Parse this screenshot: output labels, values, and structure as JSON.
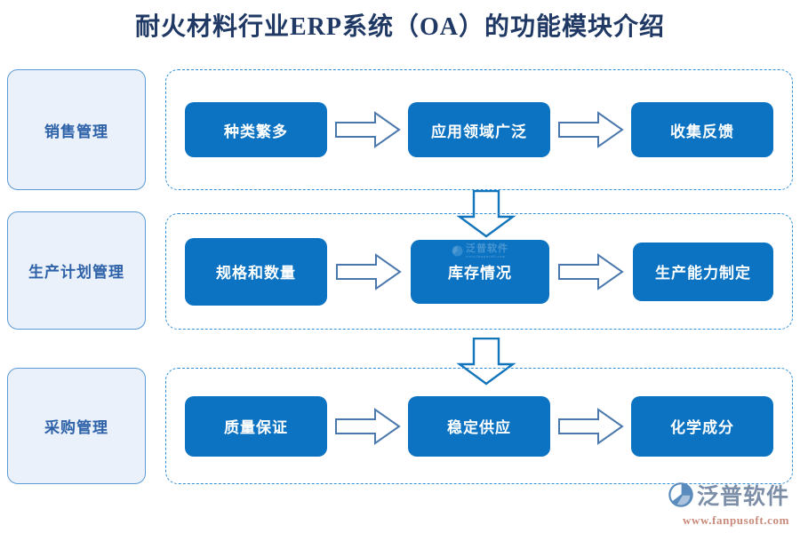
{
  "page": {
    "title": "耐火材料行业ERP系统（OA）的功能模块介绍",
    "title_color": "#1f3864",
    "background": "#ffffff"
  },
  "colors": {
    "node_blue": "#0c73c2",
    "node_text": "#ffffff",
    "side_card_fill": "#eaf1fb",
    "side_card_border": "#5b9bd5",
    "side_card_text": "#2e62a8",
    "dashed_border": "#2f8fd6",
    "arrow_h_stroke": "#4a78ad",
    "arrow_v_stroke": "#1275bb",
    "arrow_fill": "#ffffff"
  },
  "rows": [
    {
      "side_label": "销售管理",
      "nodes": [
        "种类繁多",
        "应用领域广泛",
        "收集反馈"
      ]
    },
    {
      "side_label": "生产计划管理",
      "nodes": [
        "规格和数量",
        "库存情况",
        "生产能力制定"
      ]
    },
    {
      "side_label": "采购管理",
      "nodes": [
        "质量保证",
        "稳定供应",
        "化学成分"
      ]
    }
  ],
  "watermark": {
    "name": "泛普软件",
    "url": "www.fanpusoft.com"
  },
  "brand": {
    "name": "泛普软件",
    "url": "www.fanpusoft.com"
  }
}
